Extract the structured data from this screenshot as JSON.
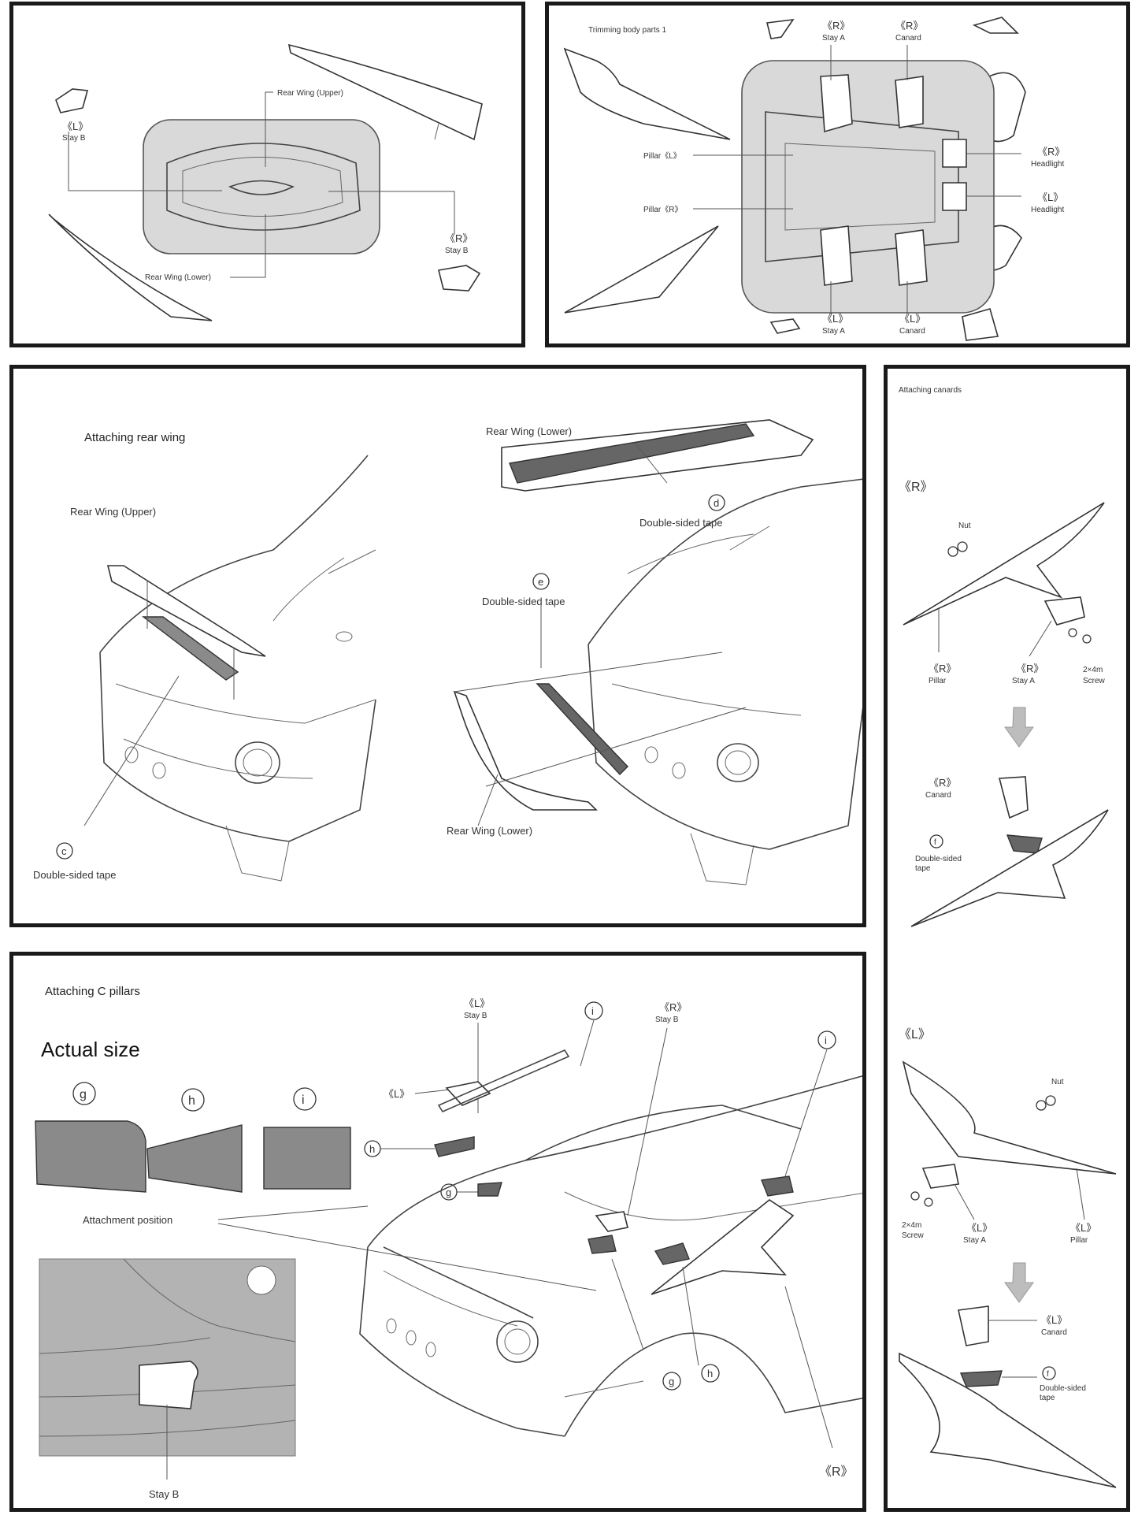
{
  "panel1": {
    "rear_wing_upper": "Rear Wing (Upper)",
    "stay_b_left_side": "《L》",
    "stay_b_left_name": "Stay B",
    "stay_b_right_side": "《R》",
    "stay_b_right_name": "Stay B",
    "rear_wing_lower": "Rear Wing (Lower)"
  },
  "panel2": {
    "title": "Trimming body parts 1",
    "stay_a_r_side": "《R》",
    "stay_a_r_name": "Stay A",
    "canard_r_side": "《R》",
    "canard_r_name": "Canard",
    "pillar_l": "Pillar《L》",
    "pillar_r": "Pillar《R》",
    "headlight_r_side": "《R》",
    "headlight_r_name": "Headlight",
    "headlight_l_side": "《L》",
    "headlight_l_name": "Headlight",
    "stay_a_l_side": "《L》",
    "stay_a_l_name": "Stay A",
    "canard_l_side": "《L》",
    "canard_l_name": "Canard"
  },
  "panel3": {
    "title": "Attaching rear wing",
    "rear_wing_upper": "Rear Wing (Upper)",
    "tape_c_letter": "c",
    "tape_c_label": "Double-sided tape",
    "rear_wing_lower_top": "Rear Wing (Lower)",
    "tape_d_letter": "d",
    "tape_d_label": "Double-sided tape",
    "tape_e_letter": "e",
    "tape_e_label": "Double-sided tape",
    "rear_wing_lower_bottom": "Rear Wing (Lower)"
  },
  "panel4": {
    "title": "Attaching canards",
    "r_section": "《R》",
    "nut_r": "Nut",
    "pillar_r_side": "《R》",
    "pillar_r_name": "Pillar",
    "stay_a_r_side": "《R》",
    "stay_a_r_name": "Stay A",
    "screw_r_size": "2×4m",
    "screw_r_name": "Screw",
    "canard_r_side": "《R》",
    "canard_r_name": "Canard",
    "tape_f_r_letter": "f",
    "tape_f_r_line1": "Double-sided",
    "tape_f_r_line2": "tape",
    "l_section": "《L》",
    "nut_l": "Nut",
    "screw_l_size": "2×4m",
    "screw_l_name": "Screw",
    "stay_a_l_side": "《L》",
    "stay_a_l_name": "Stay A",
    "pillar_l_side": "《L》",
    "pillar_l_name": "Pillar",
    "canard_l_side": "《L》",
    "canard_l_name": "Canard",
    "tape_f_l_letter": "f",
    "tape_f_l_line1": "Double-sided",
    "tape_f_l_line2": "tape"
  },
  "panel5": {
    "title": "Attaching C pillars",
    "actual_size": "Actual size",
    "g_letter": "g",
    "h_letter": "h",
    "i_letter": "i",
    "attachment_position": "Attachment position",
    "stay_b_inset": "Stay B",
    "stay_b_l_side": "《L》",
    "stay_b_l_name": "Stay B",
    "stay_b_r_side": "《R》",
    "stay_b_r_name": "Stay B",
    "l_marker": "《L》",
    "h_marker": "h",
    "g_marker": "g",
    "i_marker_top": "i",
    "i_marker_right": "i",
    "g_bottom": "g",
    "h_bottom": "h",
    "r_marker": "《R》"
  },
  "colors": {
    "frame": "#1a1a1a",
    "tray": "#d9d9d9",
    "tape": "#8a8a8a",
    "inset_bg": "#b3b3b3"
  }
}
